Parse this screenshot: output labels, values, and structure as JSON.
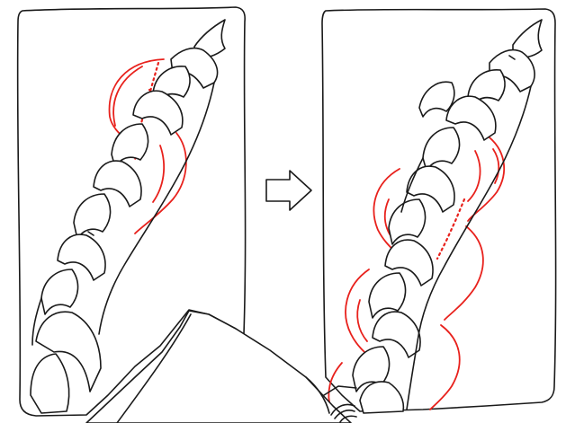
{
  "colors": {
    "ink": "#1a1a1a",
    "highlight": "#e8211c",
    "paper": "#ffffff",
    "shadow": "#9fb6d6"
  },
  "panels": [
    {
      "id": "before",
      "subject": "braid-strands"
    },
    {
      "id": "after",
      "subject": "braid-strands-with-outlines"
    }
  ],
  "arrow": {
    "icon": "right-outline-arrow-icon"
  }
}
